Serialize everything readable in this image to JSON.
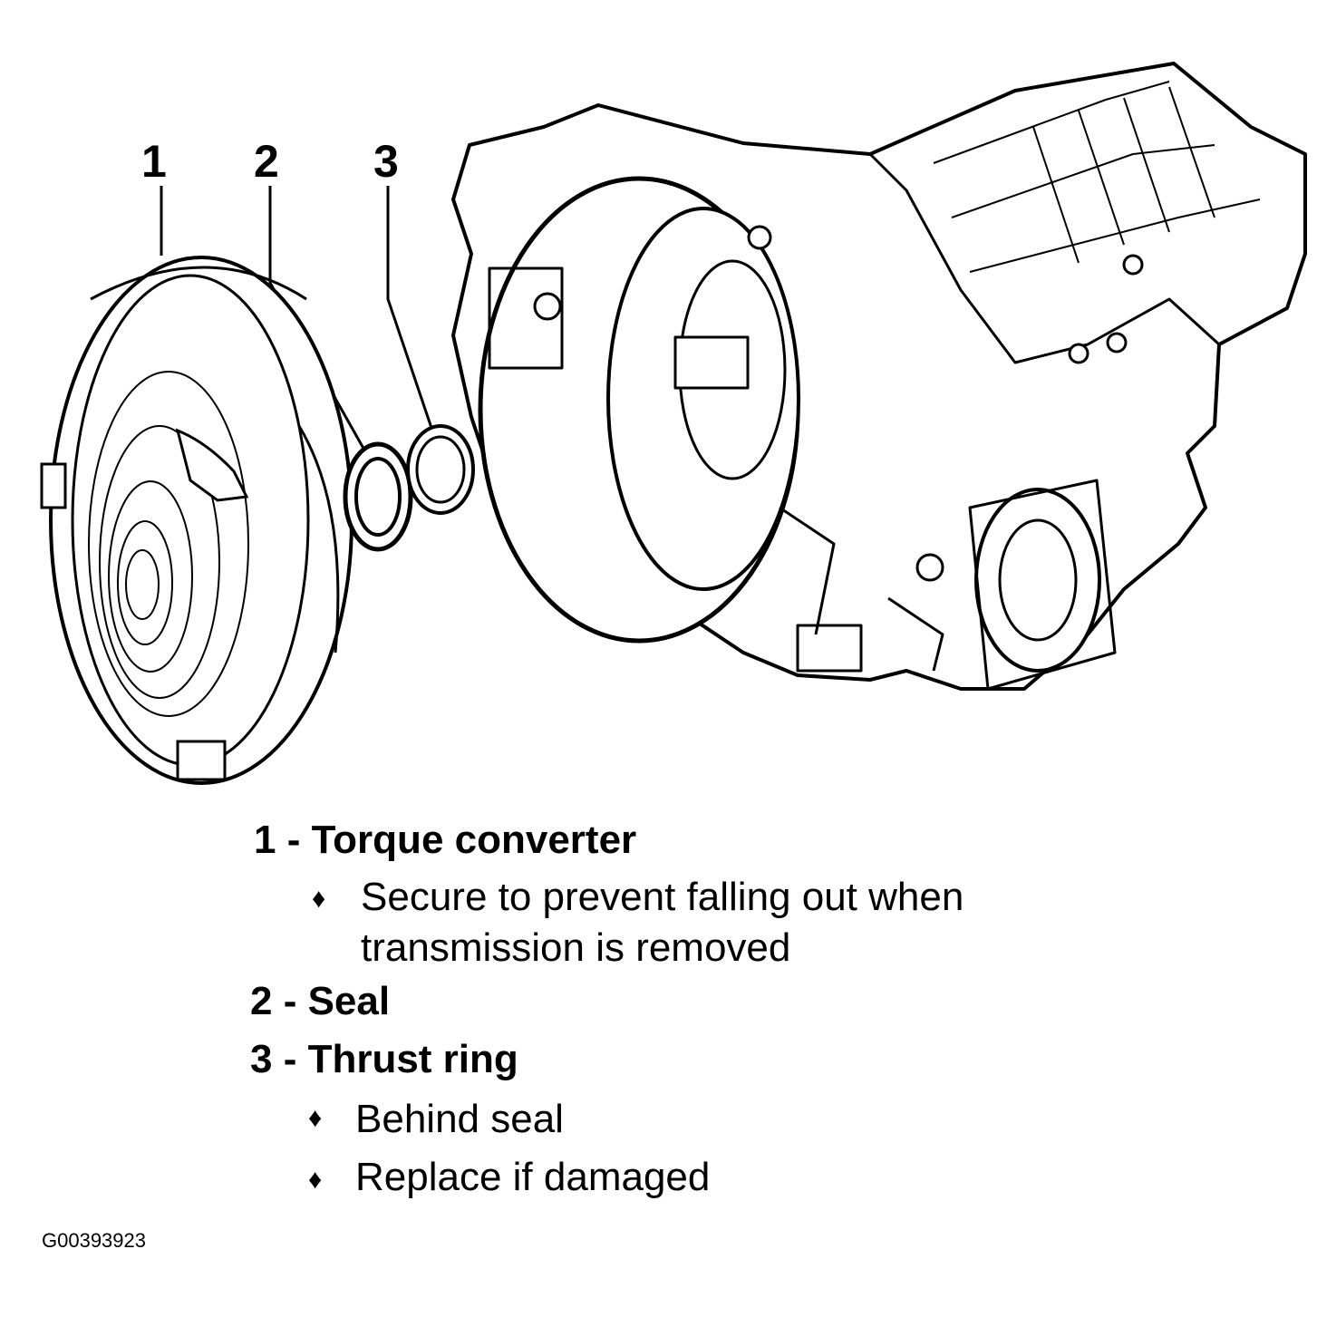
{
  "callouts": [
    "1",
    "2",
    "3"
  ],
  "legend": {
    "items": [
      {
        "label": "1 - Torque converter",
        "notes": [
          "Secure to prevent falling out when transmission is removed"
        ]
      },
      {
        "label": "2 - Seal",
        "notes": []
      },
      {
        "label": "3 - Thrust ring",
        "notes": [
          "Behind seal",
          "Replace if damaged"
        ]
      }
    ],
    "bullet": "♦"
  },
  "figure_id": "G00393923",
  "colors": {
    "ink": "#000000",
    "paper": "#ffffff"
  }
}
